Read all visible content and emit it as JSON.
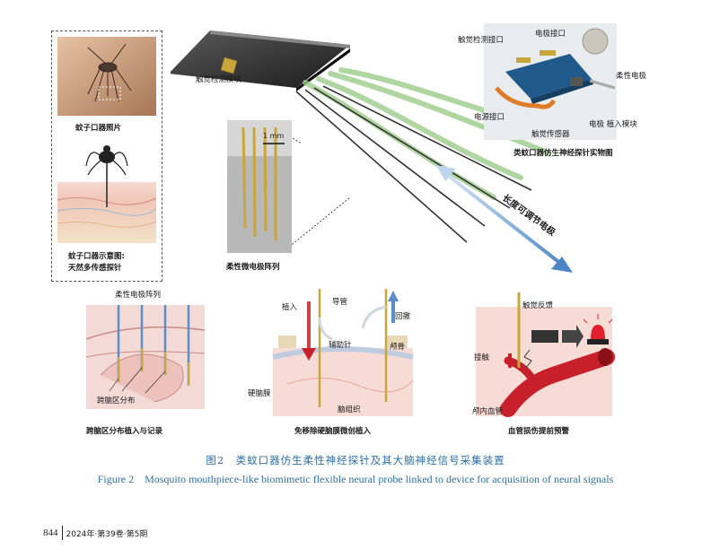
{
  "figure": {
    "labels": {
      "mosquito_photo": "蚊子口器照片",
      "mosquito_schematic_l1": "蚊子口器示意图:",
      "mosquito_schematic_l2": "天然多传感探针",
      "tactile_module": "触觉检测模块",
      "flex_array": "柔性微电极阵列",
      "scale": "1 mm",
      "length_adjustable": "长度可调节电极",
      "tactile_port": "触觉检测接口",
      "electrode_port": "电极接口",
      "flex_electrode": "柔性电极",
      "power_port": "电源接口",
      "electrode_implant": "电极 植入模块",
      "tactile_sensor": "触觉传感器",
      "device_photo": "类蚊口器仿生神经探针实物图",
      "flex_array_top": "柔性电极阵列",
      "cross_region": "跨脑区分布",
      "cross_region_title": "跨脑区分布植入与记录",
      "implant": "植入",
      "guide_tube": "导管",
      "retract": "回撤",
      "aux_needle": "辅助针",
      "skull": "颅骨",
      "dura": "硬脑膜",
      "brain_tissue": "脑组织",
      "dura_title": "免移除硬脑膜微创植入",
      "tactile_feedback": "触觉反馈",
      "contact": "接触",
      "vessel": "颅内血管",
      "vessel_title": "血管损伤提前预警"
    },
    "colors": {
      "caption": "#2e6fa8",
      "vessel": "#c8202a",
      "gold": "#c9a63c",
      "arrow_blue": "#4a86c5",
      "flex_green": "#9ccc8a"
    }
  },
  "caption": {
    "zh": "图2　类蚊口器仿生柔性神经探针及其大脑神经信号采集装置",
    "en": "Figure 2　Mosquito mouthpiece-like biomimetic flexible neural probe linked to device for acquisition of neural signals"
  },
  "footer": {
    "page": "844",
    "issue": "2024年·第39卷·第5期"
  }
}
